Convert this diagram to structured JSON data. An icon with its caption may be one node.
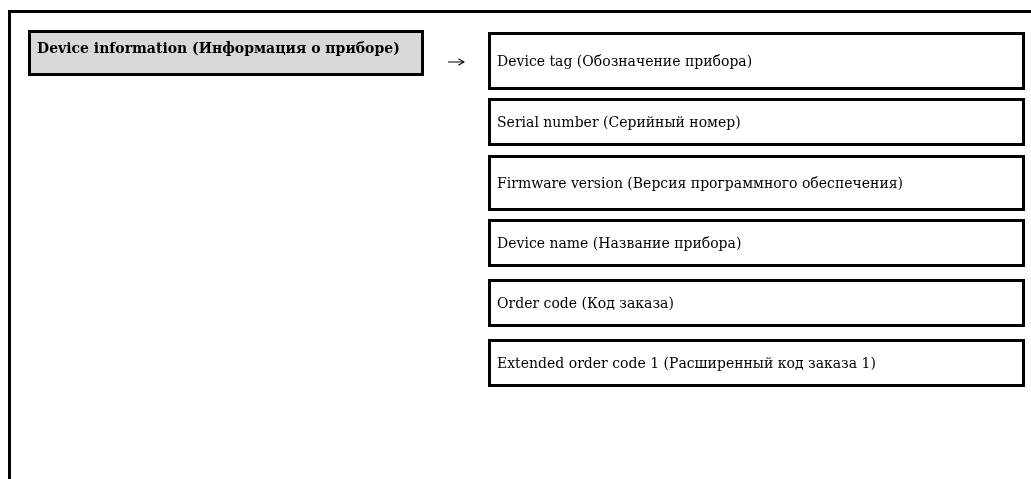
{
  "diagram": {
    "nodes": [
      {
        "text": [
          "Device information (Информация о приборе)"
        ]
      },
      {
        "text": [
          "Device tag (Обозначение прибора)"
        ]
      },
      {
        "text": [
          "Serial number (Серийный номер)"
        ]
      },
      {
        "text": [
          "Firmware version (Версия программного обеспечения)"
        ]
      },
      {
        "text": [
          "Device name (Название прибора)"
        ]
      },
      {
        "text": [
          "Order code (Код заказа)"
        ]
      },
      {
        "text": [
          "Extended order code 1 (Расширенный код заказа 1)"
        ]
      }
    ],
    "edges": [
      {
        "from": 0,
        "to": 1,
        "arrow": "to"
      }
    ]
  }
}
